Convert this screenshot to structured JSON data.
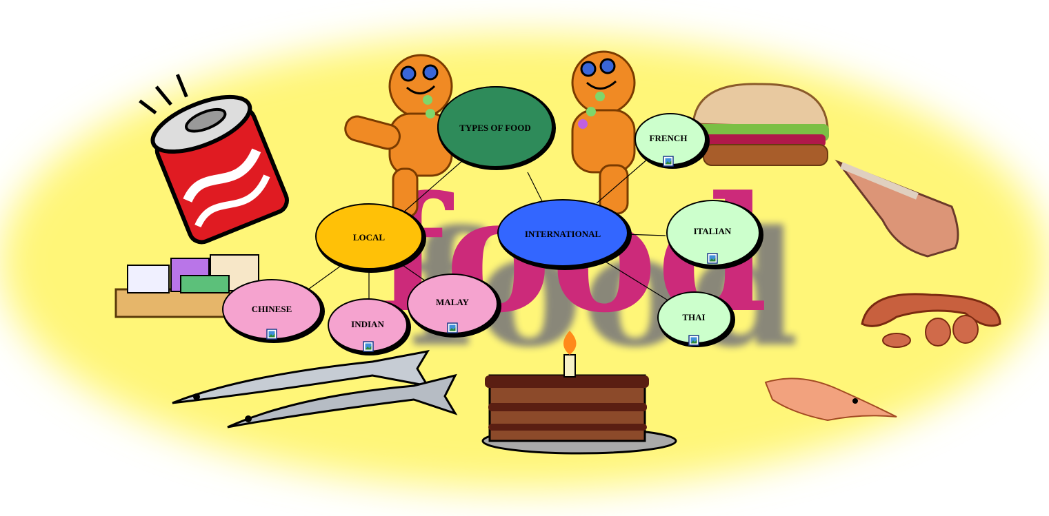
{
  "background_text": "food",
  "nodes": {
    "root": {
      "label": "TYPES OF FOOD",
      "color": "#2e8b5a"
    },
    "local": {
      "label": "LOCAL",
      "color": "#ffc107"
    },
    "international": {
      "label": "INTERNATIONAL",
      "color": "#3366ff"
    },
    "chinese": {
      "label": "CHINESE",
      "color": "#f5a3cf"
    },
    "indian": {
      "label": "INDIAN",
      "color": "#f5a3cf"
    },
    "malay": {
      "label": "MALAY",
      "color": "#f5a3cf"
    },
    "french": {
      "label": "FRENCH",
      "color": "#ccffcc"
    },
    "italian": {
      "label": "ITALIAN",
      "color": "#ccffcc"
    },
    "thai": {
      "label": "THAI",
      "color": "#ccffcc"
    }
  },
  "attachment_icon": "image-attachment-icon",
  "clipart": [
    "soda-can",
    "gingerbread-men",
    "burger",
    "steak",
    "sushi-tray",
    "fish",
    "birthday-cake",
    "sausage",
    "shrimp"
  ]
}
